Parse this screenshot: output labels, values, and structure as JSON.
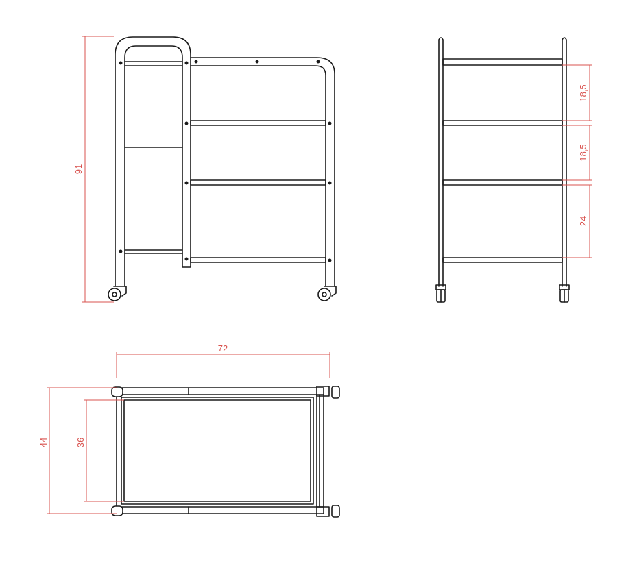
{
  "colors": {
    "dimension": "#d9534f",
    "outline": "#1a1a1a"
  },
  "dimensions": {
    "front_height": "91",
    "shelf_spacing_top": "18,5",
    "shelf_spacing_middle": "18,5",
    "shelf_spacing_bottom": "24",
    "top_width": "72",
    "top_depth_outer": "44",
    "top_depth_inner": "36"
  }
}
